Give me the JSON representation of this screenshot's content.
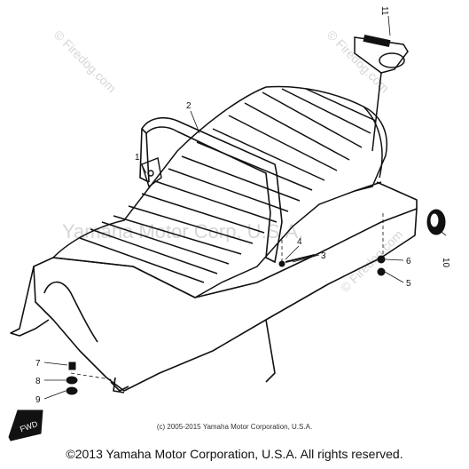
{
  "watermarks": {
    "site": "© Firedog.com",
    "center": "Yamaha Motor Corp. U.S.A."
  },
  "callouts": {
    "c1": "1",
    "c2": "2",
    "c3": "3",
    "c4": "4",
    "c5": "5",
    "c6": "6",
    "c7": "7",
    "c8": "8",
    "c9": "9",
    "c10": "10",
    "c11": "11"
  },
  "fwd_label": "FWD",
  "credit_small": "(c) 2005-2015 Yamaha Motor Corporation, U.S.A.",
  "copyright": "©2013 Yamaha Motor Corporation, U.S.A. All rights reserved."
}
